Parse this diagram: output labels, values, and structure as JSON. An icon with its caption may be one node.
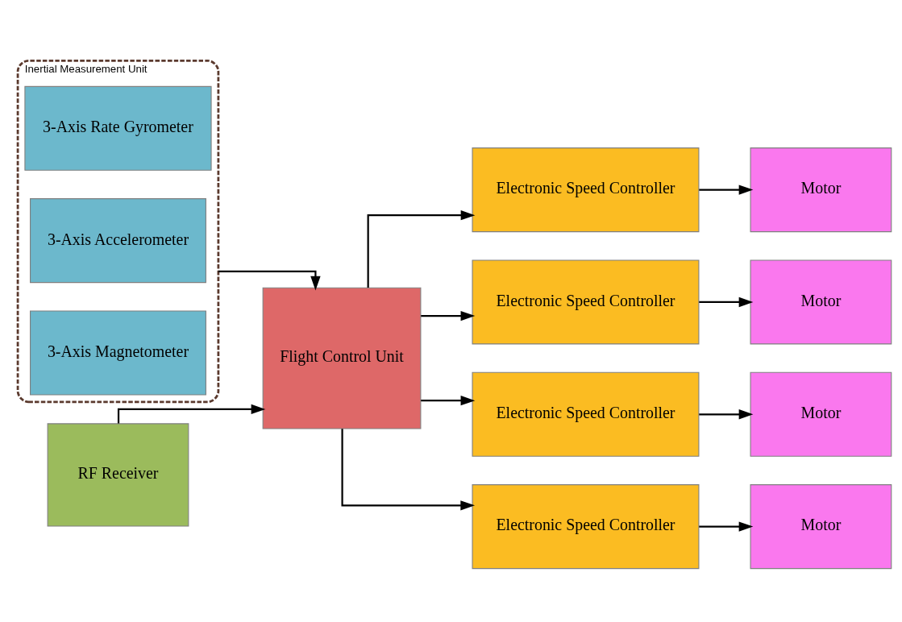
{
  "diagram": {
    "nodes": [
      {
        "text": [
          "Inertial Measurement Unit"
        ]
      },
      {
        "text": [
          "3-Axis Rate Gyrometer"
        ],
        "in": 0
      },
      {
        "text": [
          "3-Axis Accelerometer"
        ],
        "in": 0
      },
      {
        "text": [
          "3-Axis Magnetometer"
        ],
        "in": 0
      },
      {
        "text": [
          "Flight Control Unit"
        ]
      },
      {
        "text": [
          "RF Receiver"
        ]
      },
      {
        "text": [
          "Electronic Speed Controller"
        ]
      },
      {
        "text": [
          "Electronic Speed Controller"
        ]
      },
      {
        "text": [
          "Electronic Speed Controller"
        ]
      },
      {
        "text": [
          "Electronic Speed Controller"
        ]
      },
      {
        "text": [
          "Motor"
        ]
      },
      {
        "text": [
          "Motor"
        ]
      },
      {
        "text": [
          "Motor"
        ]
      },
      {
        "text": [
          "Motor"
        ]
      }
    ],
    "edges": [
      {
        "from": 0,
        "to": 4,
        "arrow": "to"
      },
      {
        "from": 5,
        "to": 4,
        "arrow": "to"
      },
      {
        "from": 4,
        "to": 6,
        "arrow": "to"
      },
      {
        "from": 4,
        "to": 7,
        "arrow": "to"
      },
      {
        "from": 4,
        "to": 8,
        "arrow": "to"
      },
      {
        "from": 4,
        "to": 9,
        "arrow": "to"
      },
      {
        "from": 6,
        "to": 10,
        "arrow": "to"
      },
      {
        "from": 7,
        "to": 11,
        "arrow": "to"
      },
      {
        "from": 8,
        "to": 12,
        "arrow": "to"
      },
      {
        "from": 9,
        "to": 13,
        "arrow": "to"
      }
    ]
  }
}
